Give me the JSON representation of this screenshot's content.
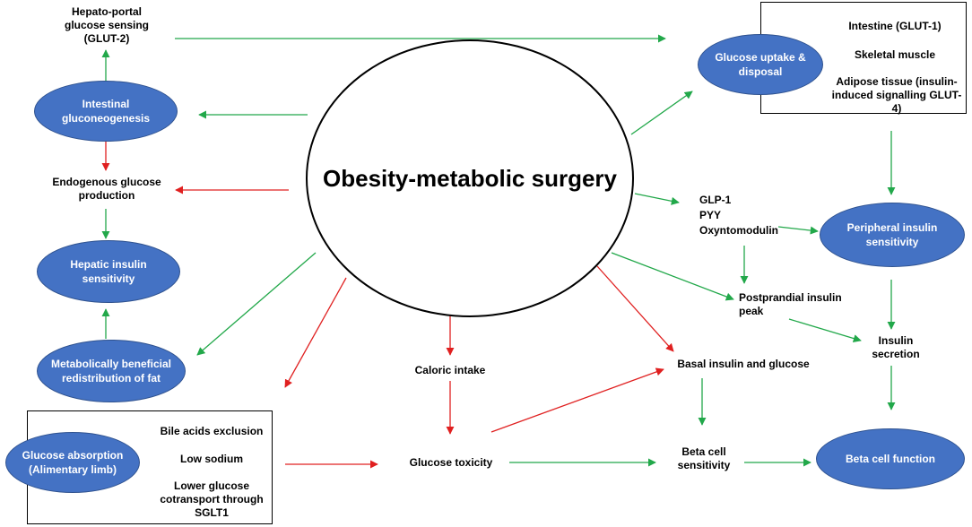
{
  "center": {
    "title": "Obesity-metabolic surgery"
  },
  "colors": {
    "node_fill": "#4472C4",
    "increase_arrow": "#22A84A",
    "decrease_arrow": "#E02020"
  },
  "nodes": {
    "intestinal_gluconeogenesis": "Intestinal gluconeogenesis",
    "hepatic_insulin_sensitivity": "Hepatic insulin sensitivity",
    "fat_redistribution": "Metabolically beneficial redistribution of fat",
    "glucose_absorption": "Glucose absorption (Alimentary limb)",
    "glucose_uptake": "Glucose uptake & disposal",
    "peripheral_insulin_sensitivity": "Peripheral insulin sensitivity",
    "beta_cell_function": "Beta cell function"
  },
  "labels": {
    "hepato_portal": "Hepato-portal glucose sensing (GLUT-2)",
    "endogenous_glucose": "Endogenous glucose production",
    "caloric_intake": "Caloric intake",
    "glucose_toxicity": "Glucose toxicity",
    "basal_insulin": "Basal insulin and glucose",
    "beta_cell_sensitivity": "Beta cell sensitivity",
    "postprandial": "Postprandial insulin peak",
    "insulin_secretion": "Insulin secretion",
    "glp1": "GLP-1",
    "pyy": "PYY",
    "oxyntomodulin": "Oxyntomodulin"
  },
  "uptake_box": {
    "items": [
      "Intestine (GLUT-1)",
      "Skeletal muscle",
      "Adipose tissue (insulin-induced signalling GLUT-4)"
    ]
  },
  "absorption_box": {
    "items": [
      "Bile acids exclusion",
      "Low sodium",
      "Lower glucose cotransport through SGLT1"
    ]
  }
}
